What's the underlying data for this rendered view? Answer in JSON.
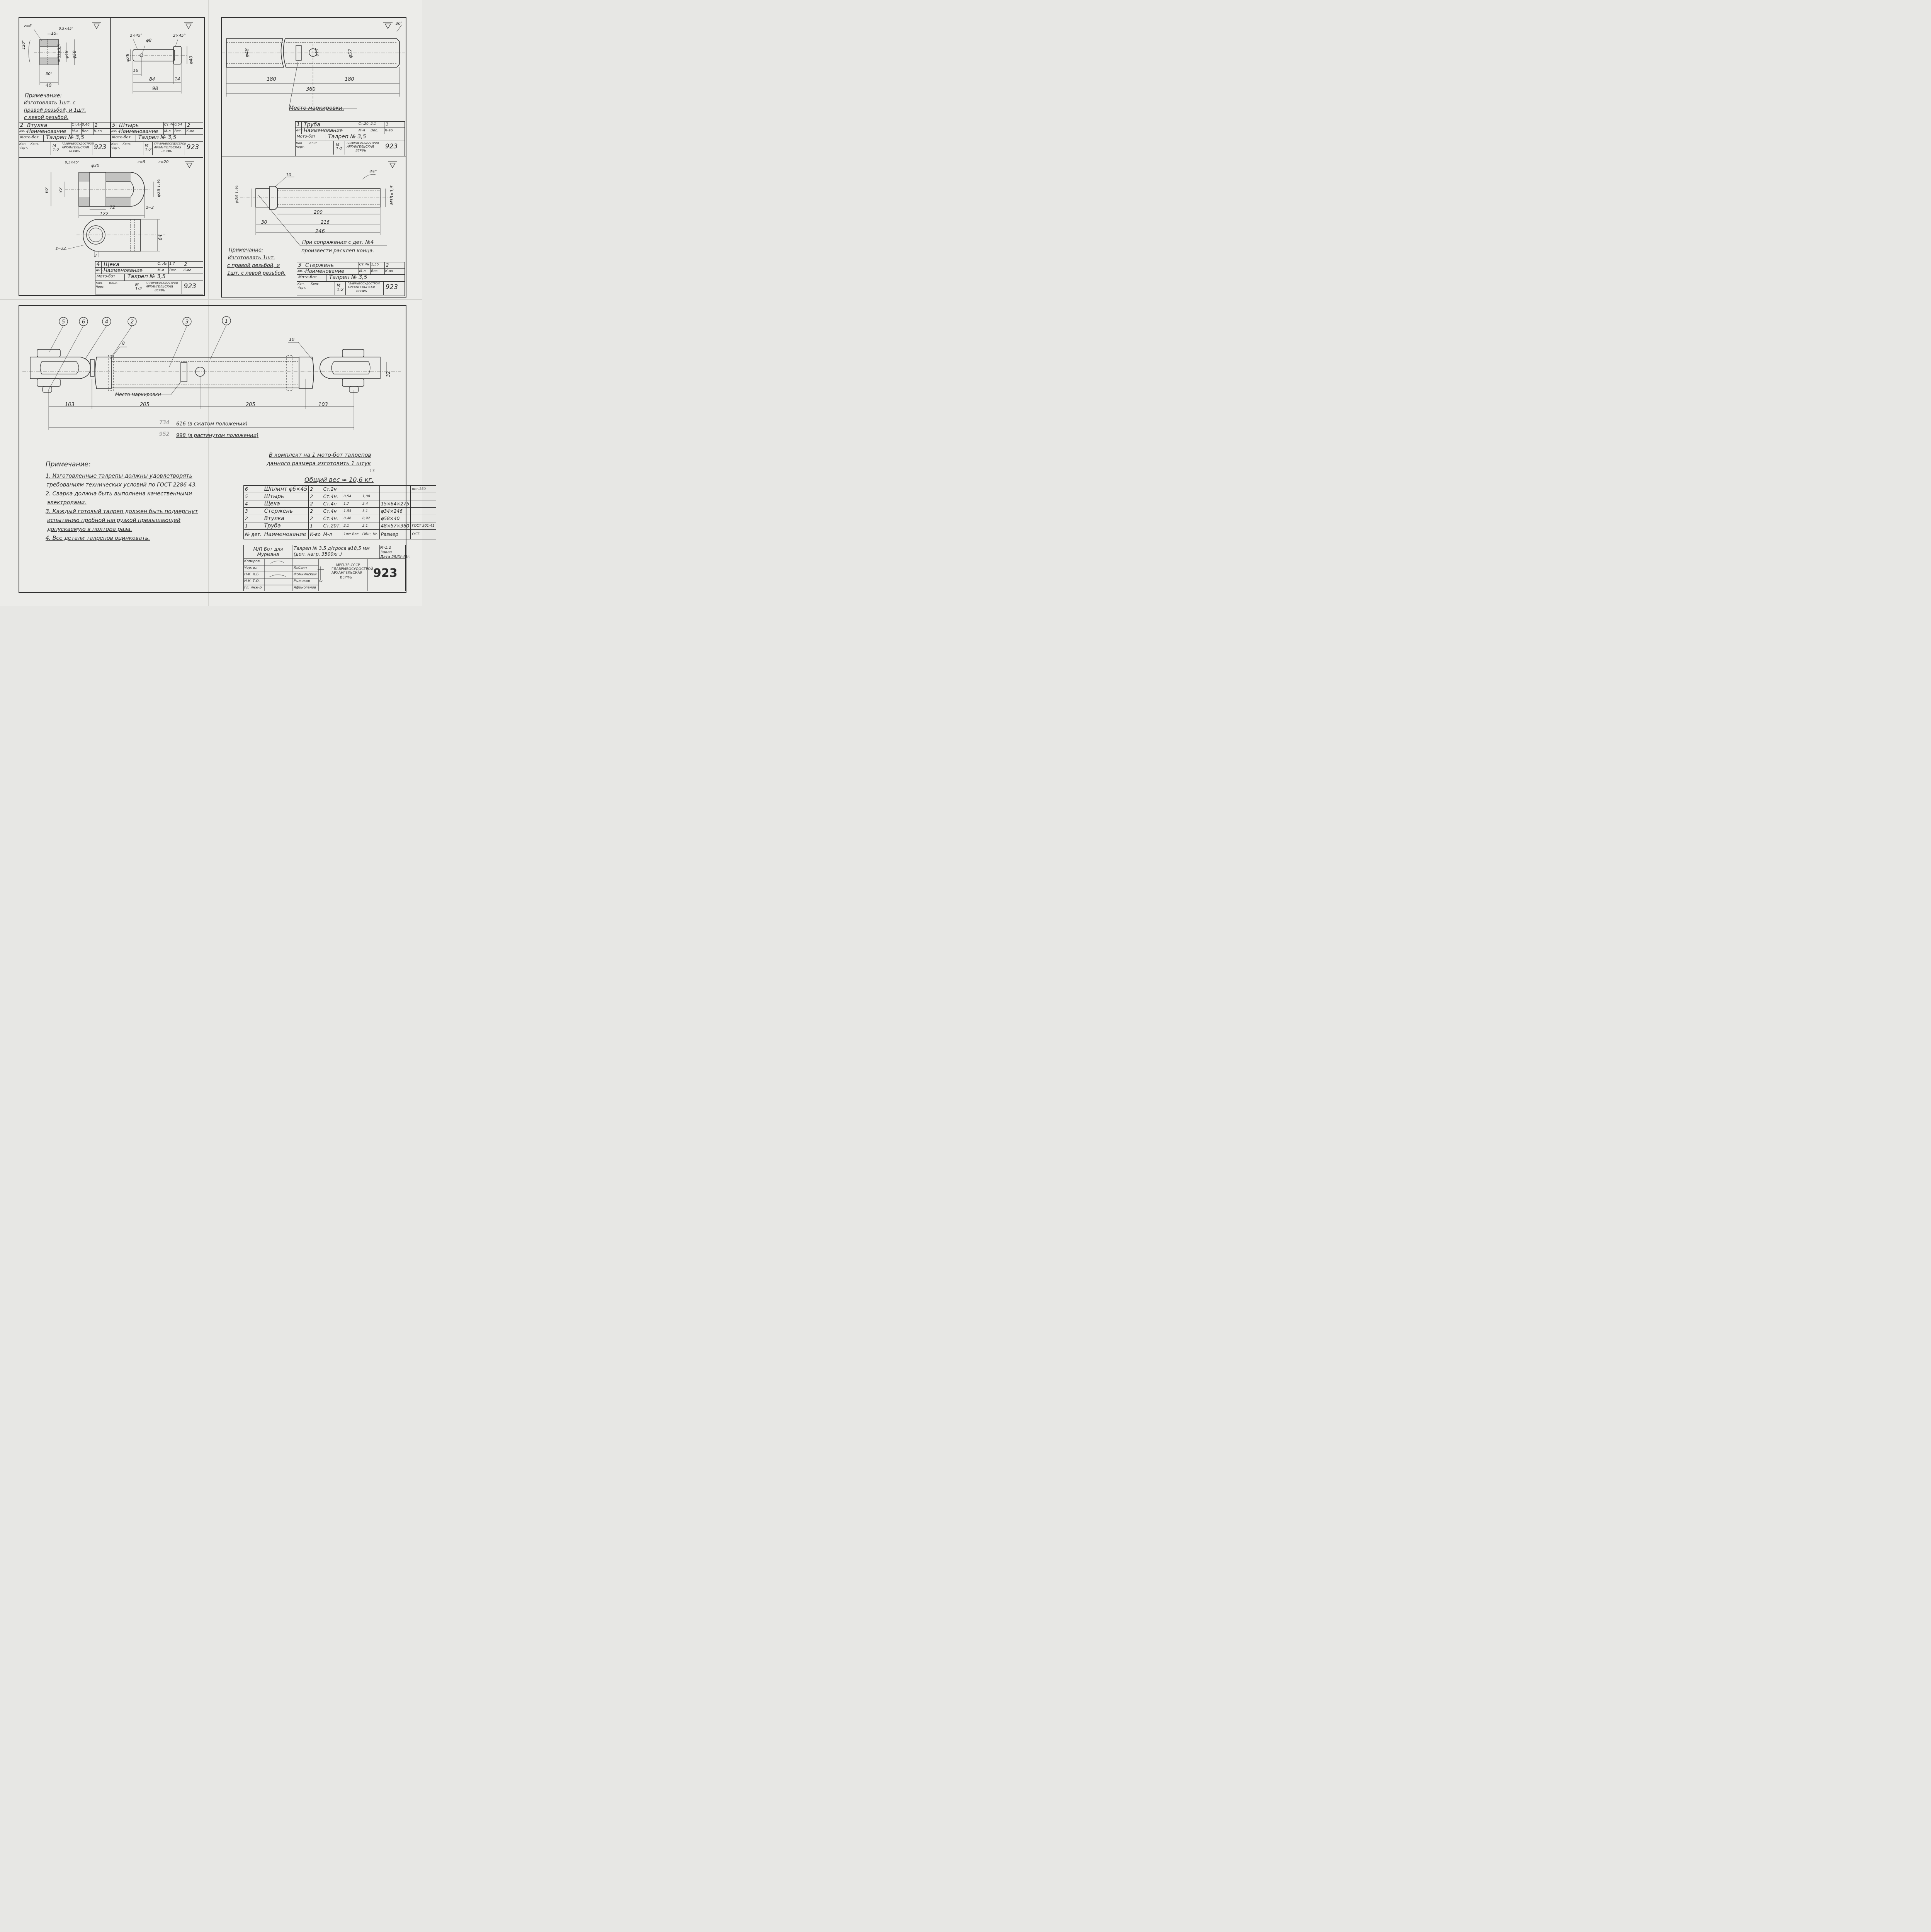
{
  "sheet_number": "923",
  "panel_a": {
    "callouts": {
      "z": "z=6",
      "chamfer": "0,5×45°",
      "top": "15",
      "angle": "120°",
      "thread": "M33×3,5",
      "d1": "φ48",
      "d2": "φ58",
      "bottom_angle": "30°",
      "width": "40"
    },
    "note_title": "Примечание:",
    "note_lines": [
      "Изготовлять 1шт. с",
      "правой резьбой, и 1шт.",
      "с левой резьбой."
    ]
  },
  "panel_b": {
    "callouts": {
      "ch1": "2×45°",
      "ch2": "2×45°",
      "hole": "φ8",
      "d1": "φ28",
      "d2": "φ40",
      "a": "16",
      "b": "84",
      "c": "14",
      "total": "98"
    }
  },
  "panel_c": {
    "callouts": {
      "angle": "30°",
      "d1": "φ48",
      "d2": "φ17",
      "d3": "φ57",
      "left": "180",
      "right": "180",
      "total": "360"
    },
    "mark": "Место маркировки."
  },
  "panel_d": {
    "callouts": {
      "ch": "0,5×45°",
      "hole": "φ30",
      "z5": "z=5",
      "z20": "z=20",
      "h": "62",
      "w32": "32",
      "thread": "φ28 Т.¼",
      "l72": "72",
      "l122": "122",
      "z2": "z=2",
      "z32": "z=32",
      "h64": "64",
      "s3": "3"
    }
  },
  "panel_e": {
    "callouts": {
      "ref": "10",
      "angle": "45°",
      "thread_l": "φ28 Т.¼",
      "thread_r": "M33×3,5",
      "a": "200",
      "b": "30",
      "c": "216",
      "d": "246"
    },
    "assembly_note": [
      "При сопряжении с дет. №4",
      "произвести расклеп конца."
    ],
    "note_title": "Примечание:",
    "note_lines": [
      "Изготовлять 1шт.",
      "с правой резьбой, и",
      "1шт. с левой резьбой."
    ]
  },
  "small_blocks": [
    {
      "num": "2",
      "name": "Втулка",
      "mat": "Ст.4н",
      "wt": "0,46",
      "qty": "2"
    },
    {
      "num": "5",
      "name": "Штырь",
      "mat": "Ст.4н",
      "wt": "0,54",
      "qty": "2"
    },
    {
      "num": "1",
      "name": "Труба",
      "mat": "Ст.20",
      "wt": "2,1",
      "qty": "1"
    },
    {
      "num": "4",
      "name": "Щека",
      "mat": "Ст.4н",
      "wt": "1,7",
      "qty": "2"
    },
    {
      "num": "3",
      "name": "Стержень",
      "mat": "Ст.4н",
      "wt": "1,55",
      "qty": "2"
    }
  ],
  "block_common": {
    "hdr_det": "дет.",
    "hdr_name": "Наименование",
    "hdr_mat": "М-л",
    "hdr_wt": "Вес.",
    "hdr_qty": "К-во",
    "boat": "Мото-бот",
    "title": "Талреп № 3,5",
    "kop": "Коп.",
    "chert": "Черт.",
    "kons": "Конс.",
    "nk": "Н-К",
    "kb": "К.Б.",
    "nto": "Н.Т.О.",
    "scale_m": "М",
    "scale": "1:2",
    "org1": "ГЛАВРЫБОСУДОСТРОЙ",
    "org2": "АРХАНГЕЛЬСКАЯ",
    "org3": "ВЕРФЬ",
    "num": "923"
  },
  "assembly": {
    "balloons": [
      "5",
      "6",
      "4",
      "2",
      "3",
      "1"
    ],
    "weld_8": "8",
    "weld_10": "10",
    "d32": "32",
    "mark": "Место маркировки",
    "dims": [
      "103",
      "205",
      "205",
      "103"
    ],
    "closed": "616 (в сжатом положении)",
    "open": "998 (в растянутом положении)",
    "pencil_a": "734",
    "pencil_b": "952"
  },
  "notes": {
    "title": "Примечание:",
    "items": [
      "1. Изготовленные талрепы должны удовлетворять",
      "требованиям технических условий по ГОСТ 2286 43.",
      "2. Сварка должна быть выполнена качественными",
      "электродами.",
      "3. Каждый готовый талреп должен быть подвергнут",
      "испытанию пробной нагрузкой превышающей",
      "допускаемую в полтора раза.",
      "4. Все детали талрепов оцинковать."
    ]
  },
  "kit_note": [
    "В комплект на 1 мото-бот талрепов",
    "данного размера изготовить 1 штук"
  ],
  "kit_pencil": "13",
  "total_weight": "Общий вес ≈ 10,6 кг.",
  "parts_table": {
    "rows": [
      {
        "num": "6",
        "name": "Шплинт φ6×45",
        "qty": "2",
        "mat": "Ст.2н",
        "w1": "",
        "w2": "",
        "size": "",
        "std": "ост.150"
      },
      {
        "num": "5",
        "name": "Штырь",
        "qty": "2",
        "mat": "Ст.4н.",
        "w1": "0,54",
        "w2": "1,08",
        "size": "",
        "std": ""
      },
      {
        "num": "4",
        "name": "Щека",
        "qty": "2",
        "mat": "Ст.4н",
        "w1": "1,7",
        "w2": "3,4",
        "size": "15×64×275",
        "std": ""
      },
      {
        "num": "3",
        "name": "Стержень",
        "qty": "2",
        "mat": "Ст.4н",
        "w1": "1,55",
        "w2": "3,1",
        "size": "φ34×246",
        "std": ""
      },
      {
        "num": "2",
        "name": "Втулка",
        "qty": "2",
        "mat": "Ст.4н.",
        "w1": "0,46",
        "w2": "0,92",
        "size": "φ58×40",
        "std": ""
      },
      {
        "num": "1",
        "name": "Труба",
        "qty": "1",
        "mat": "Ст.20Т.",
        "w1": "2,1",
        "w2": "2,1",
        "size": "48×57×360",
        "std": "ГОСТ 301-41"
      }
    ],
    "header": {
      "num": "№ дет.",
      "name": "Наименование",
      "qty": "К-во",
      "mat": "М-л",
      "w1": "1шт Вес.",
      "w2": "Общ. Кг.",
      "size": "Размер",
      "std": "ОСТ."
    }
  },
  "title_block": {
    "boat": "М/П Бот для Мурмана",
    "title": "Талреп № 3,5 д/троса φ18,5 мм (доп. нагр. 3500кг.)",
    "scale": "М-1:2",
    "order": "Заказ",
    "date": "Дата 29/IX-48г.",
    "roles": [
      "Копиров.",
      "Чертил",
      "Н-К. К.Б.",
      "Н-К. Т.О.",
      "Гл. инж-р"
    ],
    "names": [
      "",
      "Лябзин",
      "Фомкинский",
      "Рыжаков",
      "Афиногенов"
    ],
    "org": [
      "МРП-ЗР-СССР",
      "ГЛАВРЫБОСУДОСТРОЙ",
      "АРХАНГЕЛЬСКАЯ",
      "ВЕРФЬ"
    ],
    "number": "923"
  }
}
